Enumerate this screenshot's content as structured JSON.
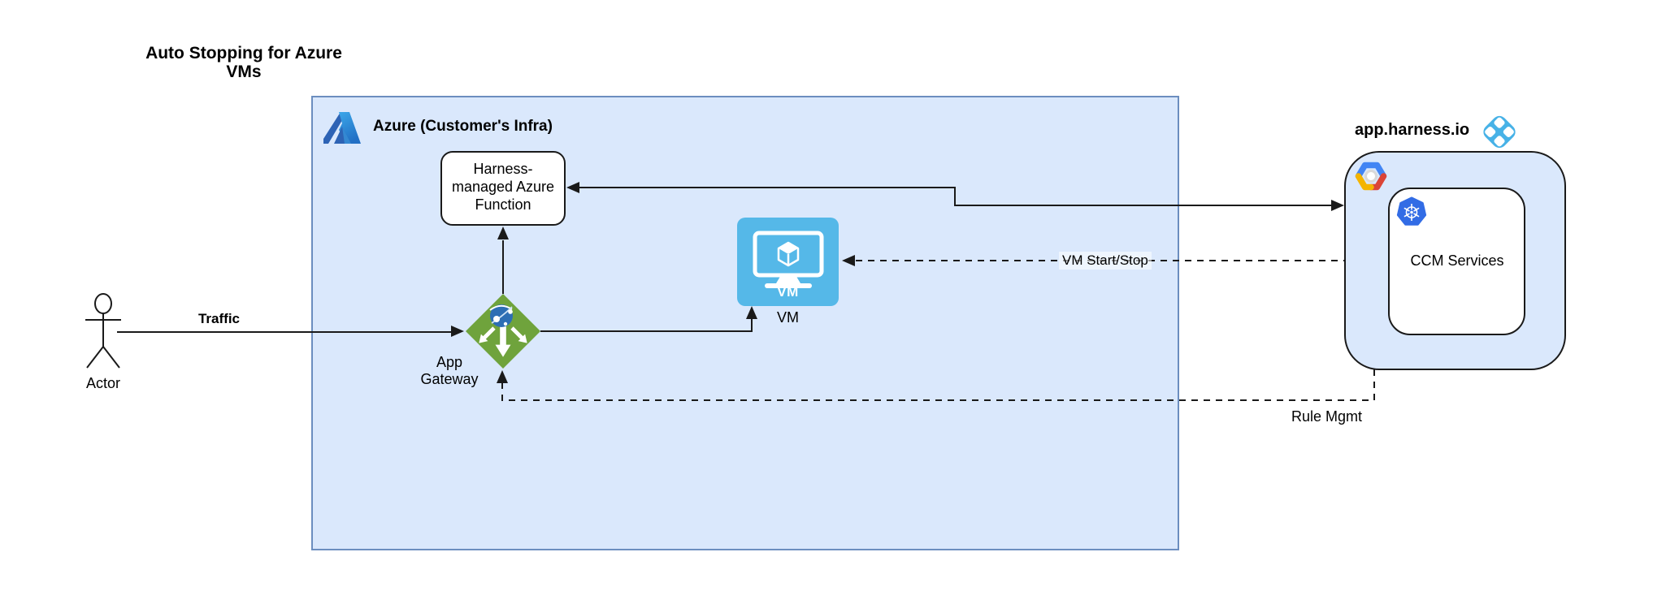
{
  "diagram": {
    "title": "Auto Stopping for Azure\nVMs",
    "actor": {
      "label": "Actor"
    },
    "azure_container": {
      "label": "Azure (Customer's Infra)",
      "function_node": {
        "label": "Harness-\nmanaged Azure\nFunction"
      },
      "app_gateway_node": {
        "label": "App Gateway"
      },
      "vm_node": {
        "icon_text": "VM",
        "label": "VM"
      }
    },
    "harness_container": {
      "label": "app.harness.io",
      "ccm_node": {
        "label": "CCM Services"
      }
    },
    "edges": {
      "traffic_label": "Traffic",
      "vm_start_stop_label": "VM Start/Stop",
      "rule_mgmt_label": "Rule Mgmt"
    },
    "icons": {
      "azure_logo": "azure-logo",
      "harness_logo": "harness-logo",
      "gcp_logo": "gcp-logo",
      "kubernetes_icon": "kubernetes-icon",
      "vm_icon": "vm-monitor-icon",
      "app_gateway_icon": "app-gateway-icon",
      "actor_figure": "actor-stick-figure"
    },
    "colors": {
      "container_fill": "#dae8fc",
      "container_stroke": "#6c8ebf",
      "vm_blue": "#55b8e8",
      "gateway_green": "#6fa33c",
      "globe_blue": "#2d6eb4",
      "kubernetes_blue": "#326ce5",
      "harness_blue": "#47b2e7",
      "gcp_blue": "#4285f4",
      "gcp_red": "#db4437",
      "gcp_yellow": "#f4b400",
      "line_color": "#1a1a1a"
    }
  }
}
